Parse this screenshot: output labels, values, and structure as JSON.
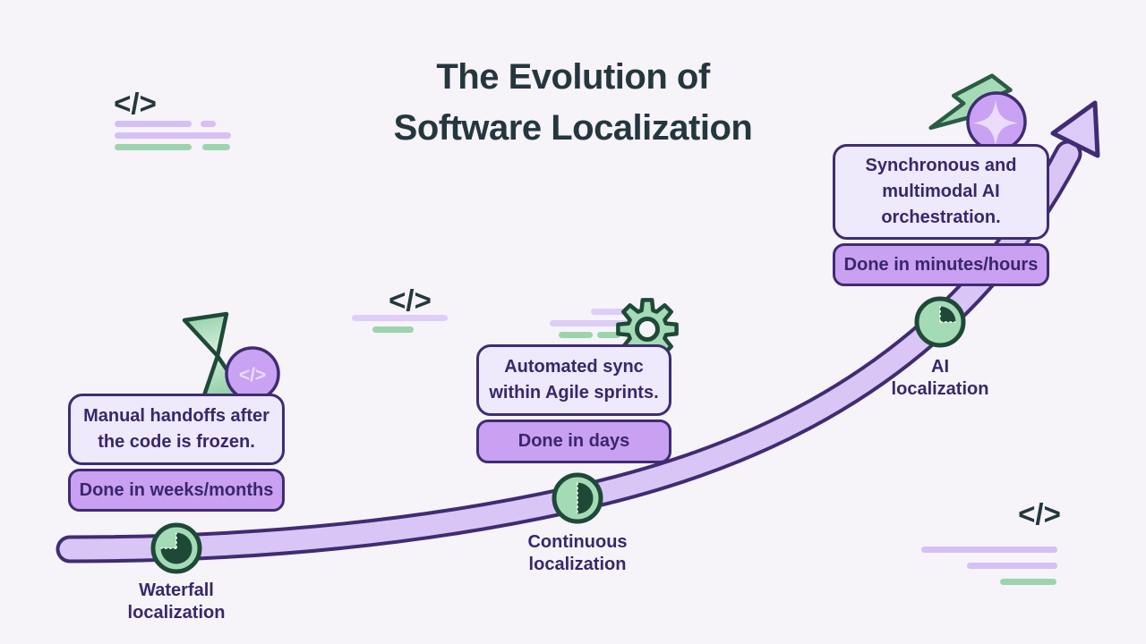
{
  "title": {
    "line1": "The Evolution of",
    "line2": "Software Localization"
  },
  "stages": [
    {
      "name": "Waterfall localization",
      "label_lines": [
        "Waterfall",
        "localization"
      ],
      "description_lines": [
        "Manual handoffs after",
        "the code is frozen."
      ],
      "done_label": "Done in weeks/months",
      "milestone_icon": "pie-three-quarters"
    },
    {
      "name": "Continuous localization",
      "label_lines": [
        "Continuous",
        "localization"
      ],
      "description_lines": [
        "Automated sync",
        "within Agile sprints."
      ],
      "done_label": "Done in days",
      "milestone_icon": "pie-half"
    },
    {
      "name": "AI localization",
      "label_lines": [
        "AI",
        "localization"
      ],
      "description_lines": [
        "Synchronous and",
        "multimodal AI",
        "orchestration."
      ],
      "done_label": "Done in minutes/hours",
      "milestone_icon": "pie-quarter"
    }
  ],
  "icons": {
    "code_glyph": "</>",
    "decorations": [
      "code-icon",
      "hourglass-icon",
      "gear-icon",
      "lightning-icon",
      "sparkle-icon",
      "arrow-icon"
    ]
  },
  "colors": {
    "bg": "#f6f3f9",
    "ink": "#25373e",
    "purpletext": "#39276b",
    "border": "#3f2c72",
    "cardbg": "#eee9fb",
    "donebg": "#c9a0f2",
    "band": "#d9c6f6",
    "arrow": "#dccbf8",
    "greenfill": "#a5dab6",
    "greendark": "#1e4937",
    "boltline": "#2b5c45",
    "linepurple": "#d5c0f5",
    "linepurple2": "#ddcdf8",
    "linegreen": "#9cd4ae",
    "sparklebg": "#c9a2f4",
    "sparklestar": "#eadcfa"
  }
}
